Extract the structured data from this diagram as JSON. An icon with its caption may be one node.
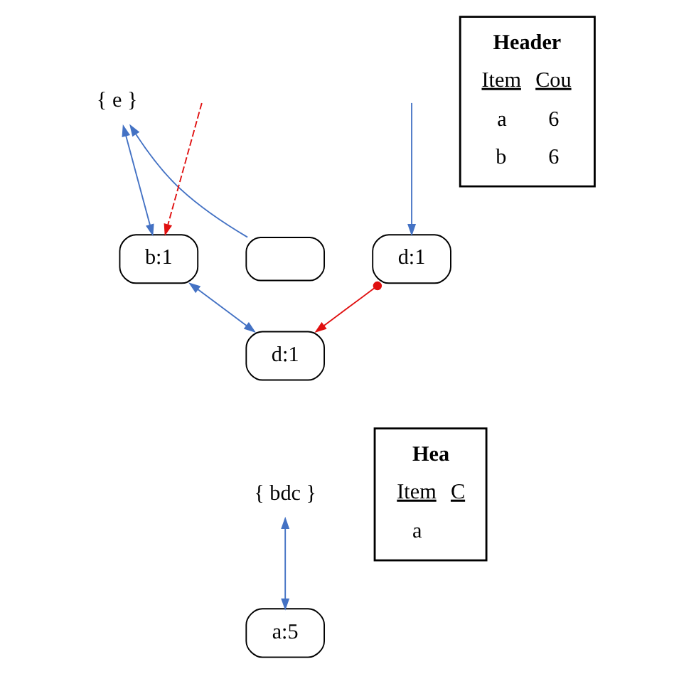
{
  "diagram": {
    "nodes": [
      {
        "text": [
          "{ e }"
        ]
      },
      {
        "text": [],
        "shape": "box"
      },
      {
        "text": [
          "b:1"
        ]
      },
      {
        "text": [
          "d:1"
        ]
      },
      {
        "text": [
          "d:1"
        ]
      },
      {
        "text": [
          "{ bdc }"
        ]
      },
      {
        "text": [
          "a:5"
        ]
      },
      {
        "text": [
          "Header",
          "Item",
          "Cou",
          "a",
          "6",
          "b",
          "6"
        ]
      },
      {
        "text": [
          "Hea",
          "Item",
          "C",
          "a"
        ]
      }
    ],
    "edges": [
      {
        "from": 1,
        "to": 0,
        "arrow": "to"
      },
      {
        "from": 0,
        "to": 2,
        "arrow": "both"
      },
      {
        "from": null,
        "to": 3,
        "arrow": "to"
      },
      {
        "from": null,
        "to": 2,
        "arrow": "to",
        "style": "dashed",
        "color": "#e01010"
      },
      {
        "from": 2,
        "to": 4,
        "arrow": "both"
      },
      {
        "from": 3,
        "to": 4,
        "arrow": "to",
        "color": "#e01010"
      },
      {
        "from": 5,
        "to": 6,
        "arrow": "both"
      }
    ]
  }
}
